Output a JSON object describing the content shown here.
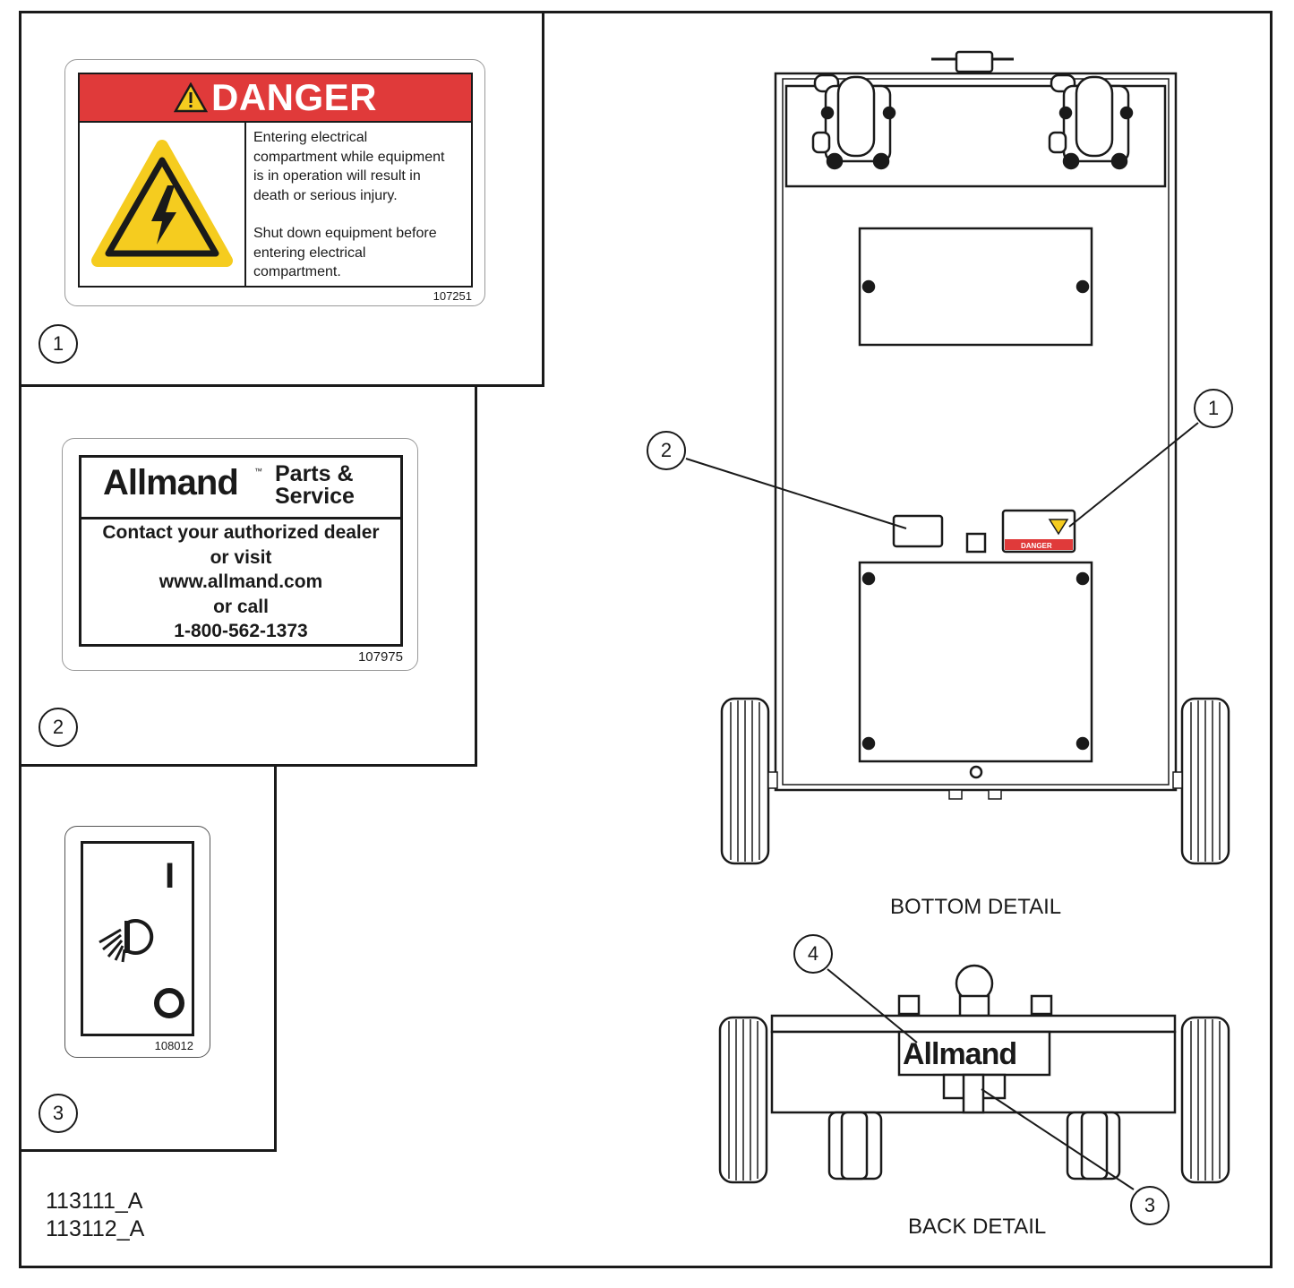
{
  "decal1": {
    "header": "DANGER",
    "text_line1": "Entering electrical",
    "text_line2": "compartment while equipment",
    "text_line3": "is in operation will result in",
    "text_line4": "death or serious injury.",
    "text_line5": "Shut down equipment before",
    "text_line6": "entering electrical",
    "text_line7": "compartment.",
    "part_number": "107251",
    "callout": "1"
  },
  "decal2": {
    "brand": "Allmand",
    "trademark": "™",
    "heading_line1": "Parts &",
    "heading_line2": "Service",
    "line1": "Contact your authorized dealer",
    "line2": "or visit",
    "line3": "www.allmand.com",
    "line4": "or call",
    "line5": "1-800-562-1373",
    "part_number": "107975",
    "callout": "2"
  },
  "decal3": {
    "on_symbol": "I",
    "part_number": "108012",
    "callout": "3",
    "icon": "work-light-icon"
  },
  "bottom_view": {
    "title": "BOTTOM DETAIL",
    "callout_1": "1",
    "callout_2": "2",
    "mini_decal_danger": "DANGER"
  },
  "back_view": {
    "title": "BACK DETAIL",
    "brand": "Allmand",
    "callout_3": "3",
    "callout_4": "4"
  },
  "document_codes": {
    "code1": "113111_A",
    "code2": "113112_A"
  },
  "colors": {
    "danger_red": "#e03a3a",
    "warning_yellow": "#f5cc1f",
    "line": "#1a1a1a"
  }
}
